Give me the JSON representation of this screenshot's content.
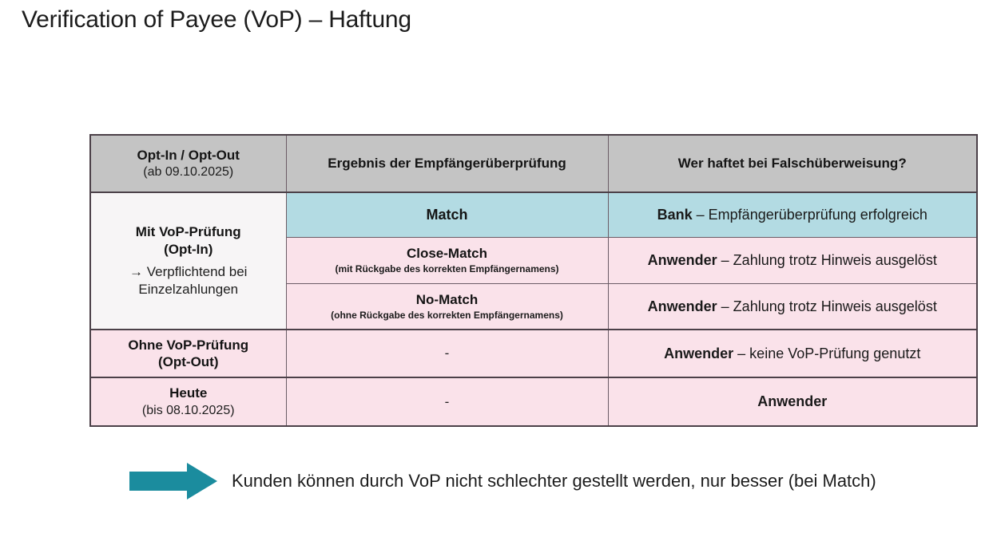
{
  "slide": {
    "title": "Verification of Payee (VoP) – Haftung"
  },
  "table": {
    "columns": [
      {
        "title": "Opt-In / Opt-Out",
        "subtitle": "(ab 09.10.2025)"
      },
      {
        "title": "Ergebnis der Empfängerüberprüfung",
        "subtitle": ""
      },
      {
        "title": "Wer haftet bei Falschüberweisung?",
        "subtitle": ""
      }
    ],
    "groups": [
      {
        "label_title": "Mit VoP-Prüfung\n(Opt-In)",
        "label_line1": "Mit VoP-Prüfung",
        "label_line2": "(Opt-In)",
        "label_note": "→ Verpflichtend bei Einzelzahlungen",
        "rows": [
          {
            "result": "Match",
            "result_sub": "",
            "liability_bold": "Bank",
            "liability_rest": " – Empfängerüberprüfung erfolgreich",
            "highlight": "teal"
          },
          {
            "result": "Close-Match",
            "result_sub": "(mit Rückgabe des korrekten Empfängernamens)",
            "liability_bold": "Anwender",
            "liability_rest": " – Zahlung trotz Hinweis ausgelöst",
            "highlight": "pink"
          },
          {
            "result": "No-Match",
            "result_sub": "(ohne Rückgabe des korrekten Empfängernamens)",
            "liability_bold": "Anwender",
            "liability_rest": " – Zahlung trotz Hinweis ausgelöst",
            "highlight": "pink"
          }
        ]
      }
    ],
    "simple_rows": [
      {
        "label_line1": "Ohne VoP-Prüfung",
        "label_line2": "(Opt-Out)",
        "result": "-",
        "liability_bold": "Anwender",
        "liability_rest": " – keine VoP-Prüfung genutzt"
      },
      {
        "label_line1": "Heute",
        "label_line2": "(bis 08.10.2025)",
        "result": "-",
        "liability_bold": "Anwender",
        "liability_rest": ""
      }
    ]
  },
  "callout": {
    "text": "Kunden können durch VoP nicht schlechter gestellt werden, nur besser (bei Match)",
    "arrow_color": "#1b8c9e"
  },
  "colors": {
    "header_gray": "#c4c4c4",
    "match_teal": "#b3dbe3",
    "row_pink": "#fae2ea",
    "optin_bg": "#f7f5f6",
    "border": "#6b5c66",
    "outer_border": "#4b4048",
    "arrow_teal": "#1b8c9e"
  }
}
